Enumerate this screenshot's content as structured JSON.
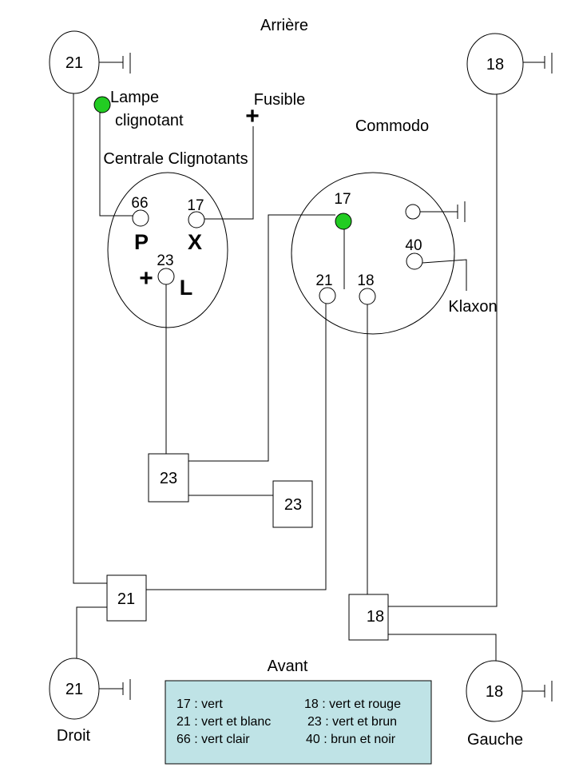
{
  "titles": {
    "rear": "Arrière",
    "front": "Avant",
    "fuse": "Fusible",
    "fuse_plus": "+",
    "lamp_line1": "Lampe",
    "lamp_line2": "clignotant",
    "central": "Centrale Clignotants",
    "commodo": "Commodo",
    "horn": "Klaxon",
    "right": "Droit",
    "left": "Gauche"
  },
  "lamps": {
    "rear_right": "21",
    "rear_left": "18",
    "front_right": "21",
    "front_left": "18"
  },
  "central_unit": {
    "pin_p": "66",
    "pin_x": "17",
    "pin_l": "23",
    "letter_p": "P",
    "letter_x": "X",
    "letter_l": "L",
    "plus": "+"
  },
  "commodo_pins": {
    "pin17": "17",
    "pin40": "40",
    "pin21": "21",
    "pin18": "18"
  },
  "connectors": {
    "c23a": "23",
    "c23b": "23",
    "c21": "21",
    "c18": "18"
  },
  "legend": [
    {
      "code": "17 : vert",
      "desc": "18 : vert et rouge"
    },
    {
      "code": "21 : vert et blanc",
      "desc": "23 : vert et brun"
    },
    {
      "code": "66 : vert clair",
      "desc": "40 : brun et noir"
    }
  ],
  "colors": {
    "indicator_green": "#22cc22",
    "legend_bg": "#bfe3e6"
  }
}
